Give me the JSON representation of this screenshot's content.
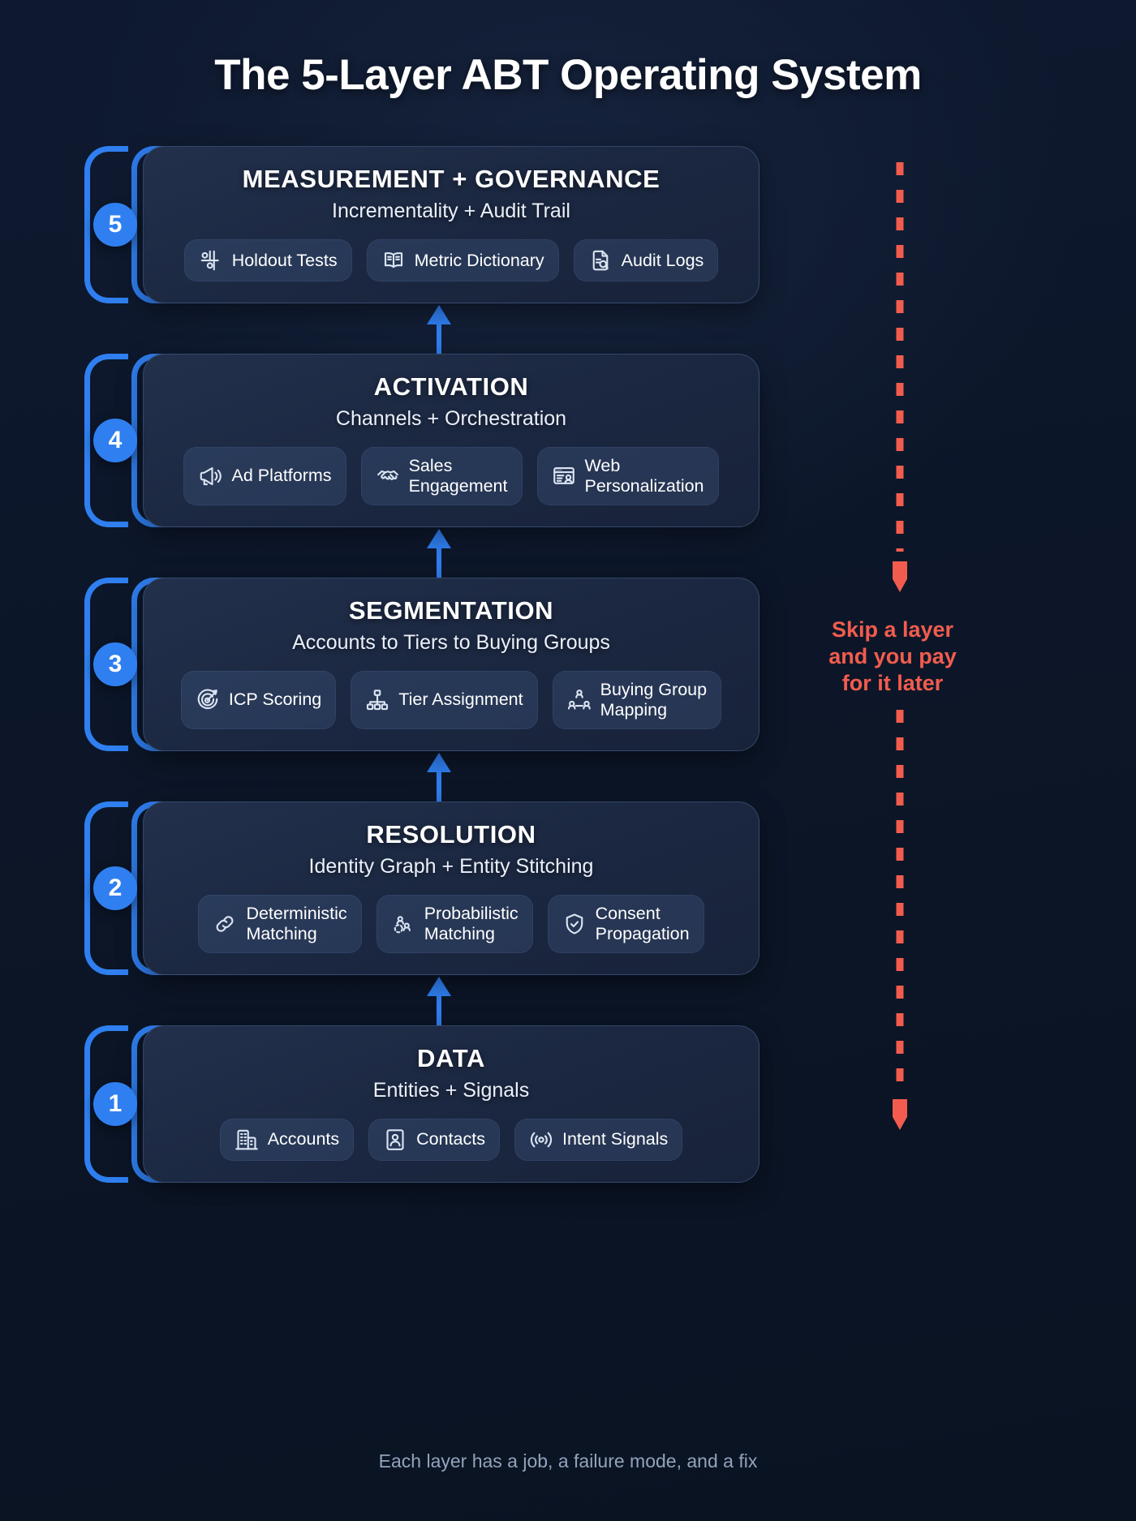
{
  "title": "The 5-Layer ABT Operating System",
  "footer": "Each layer has a job, a failure mode, and a fix",
  "colors": {
    "background": "#0b1220",
    "accent_blue": "#2f7ff0",
    "warning_red": "#f25c4e",
    "card_bg": "#1b2740",
    "chip_bg": "#3a4d70",
    "title_text": "#ffffff",
    "footer_text": "#93a3bd"
  },
  "warning": {
    "text": "Skip a layer\nand you pay\nfor it later",
    "line1": "Skip a layer",
    "line2": "and you pay",
    "line3": "for it later",
    "arrow_style": "dashed-down"
  },
  "layers": [
    {
      "number": "5",
      "title": "MEASUREMENT + GOVERNANCE",
      "subtitle": "Incrementality + Audit Trail",
      "chips": [
        {
          "label": "Holdout Tests",
          "icon": "split-test-icon"
        },
        {
          "label": "Metric Dictionary",
          "icon": "open-book-icon"
        },
        {
          "label": "Audit Logs",
          "icon": "document-search-icon"
        }
      ]
    },
    {
      "number": "4",
      "title": "ACTIVATION",
      "subtitle": "Channels + Orchestration",
      "chips": [
        {
          "label": "Ad Platforms",
          "icon": "megaphone-icon"
        },
        {
          "label": "Sales\nEngagement",
          "icon": "handshake-icon"
        },
        {
          "label": "Web\nPersonalization",
          "icon": "browser-user-icon"
        }
      ]
    },
    {
      "number": "3",
      "title": "SEGMENTATION",
      "subtitle": "Accounts to Tiers to Buying Groups",
      "chips": [
        {
          "label": "ICP Scoring",
          "icon": "target-dart-icon"
        },
        {
          "label": "Tier Assignment",
          "icon": "hierarchy-icon"
        },
        {
          "label": "Buying Group\nMapping",
          "icon": "people-network-icon"
        }
      ]
    },
    {
      "number": "2",
      "title": "RESOLUTION",
      "subtitle": "Identity Graph + Entity Stitching",
      "chips": [
        {
          "label": "Deterministic\nMatching",
          "icon": "link-chain-icon"
        },
        {
          "label": "Probabilistic\nMatching",
          "icon": "overlapping-users-icon"
        },
        {
          "label": "Consent\nPropagation",
          "icon": "shield-check-icon"
        }
      ]
    },
    {
      "number": "1",
      "title": "DATA",
      "subtitle": "Entities + Signals",
      "chips": [
        {
          "label": "Accounts",
          "icon": "building-icon"
        },
        {
          "label": "Contacts",
          "icon": "contact-card-icon"
        },
        {
          "label": "Intent Signals",
          "icon": "broadcast-signal-icon"
        }
      ]
    }
  ]
}
